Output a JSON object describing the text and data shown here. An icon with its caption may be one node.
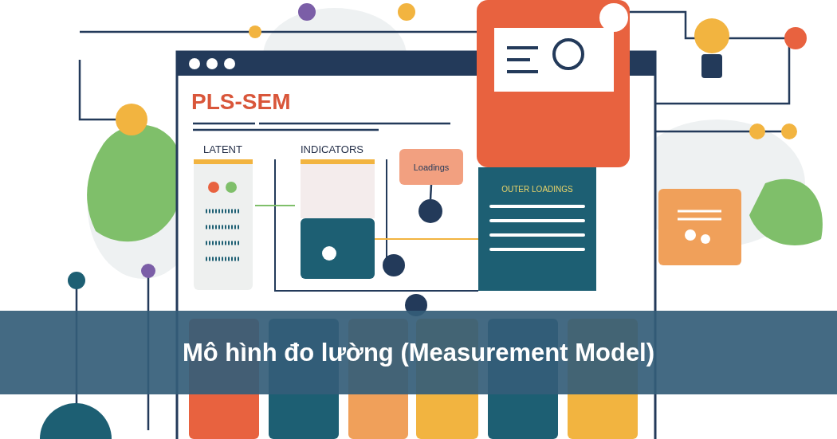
{
  "diagram": {
    "title": "Mô hình đo lường (Measurement Model)",
    "nodes": [
      {
        "text": [
          "Loadings"
        ]
      },
      {
        "text": [
          "OUTER LOADINGS"
        ]
      },
      {
        "text": [],
        "shape": "circle"
      }
    ],
    "edges": [
      {
        "from": 0,
        "to": 2,
        "arrow": "none"
      }
    ],
    "labels": [
      "PLS-SEM",
      "LATENT",
      "INDICATORS"
    ]
  }
}
